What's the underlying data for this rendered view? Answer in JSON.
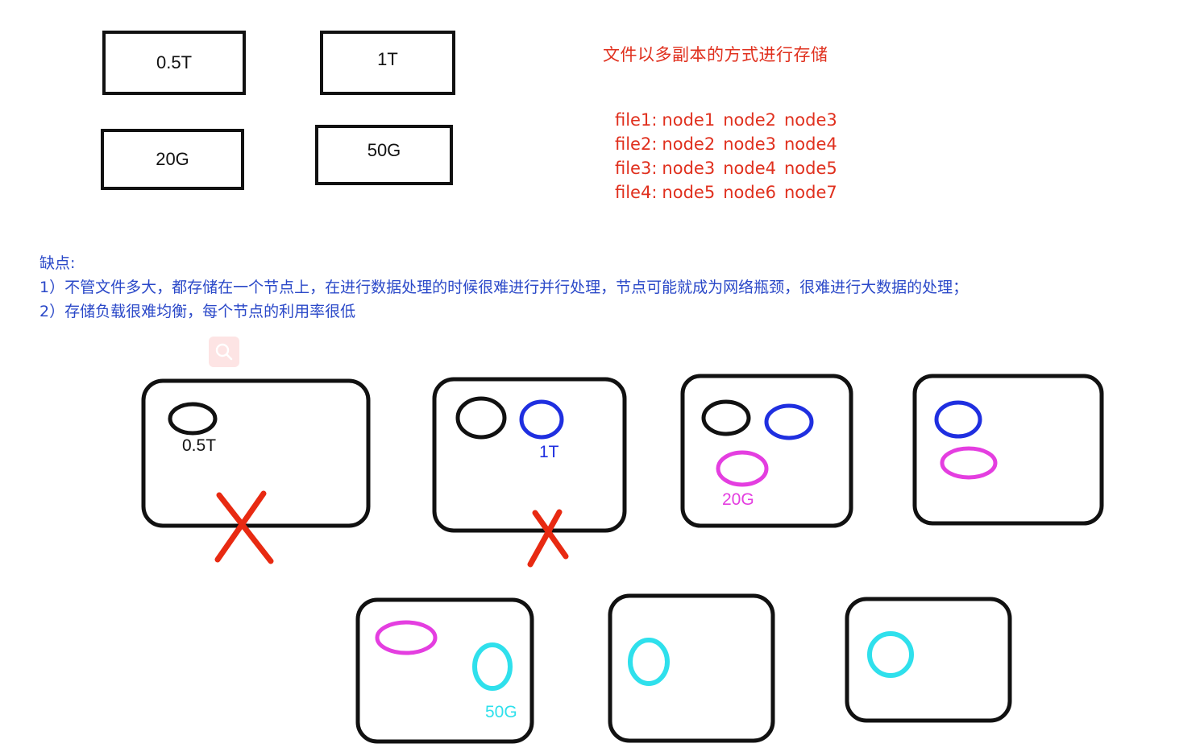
{
  "file_sizes": [
    "0.5T",
    "1T",
    "20G",
    "50G"
  ],
  "title": "文件以多副本的方式进行存储",
  "replicas": [
    {
      "file": "file1:",
      "nodes": [
        "node1",
        "node2",
        "node3"
      ]
    },
    {
      "file": "file2:",
      "nodes": [
        "node2",
        "node3",
        "node4"
      ]
    },
    {
      "file": "file3:",
      "nodes": [
        "node3",
        "node4",
        "node5"
      ]
    },
    {
      "file": "file4:",
      "nodes": [
        "node5",
        "node6",
        "node7"
      ]
    }
  ],
  "drawbacks": {
    "heading": "缺点:",
    "items": [
      "1）不管文件多大，都存储在一个节点上，在进行数据处理的时候很难进行并行处理，节点可能就成为网络瓶颈，很难进行大数据的处理；",
      "2）存储负载很难均衡，每个节点的利用率很低"
    ]
  },
  "node_labels": {
    "node1": "0.5T",
    "node2": "1T",
    "node3": "20G",
    "node5": "50G"
  },
  "colors": {
    "red": "#e0301e",
    "blue": "#2a48c8",
    "black": "#111111",
    "file1": "#111111",
    "file2": "#1f2fe0",
    "file3": "#e43ee0",
    "file4": "#2fe0ec",
    "cross": "#e82a12"
  },
  "icons": {
    "floating_tool": "search-icon"
  }
}
